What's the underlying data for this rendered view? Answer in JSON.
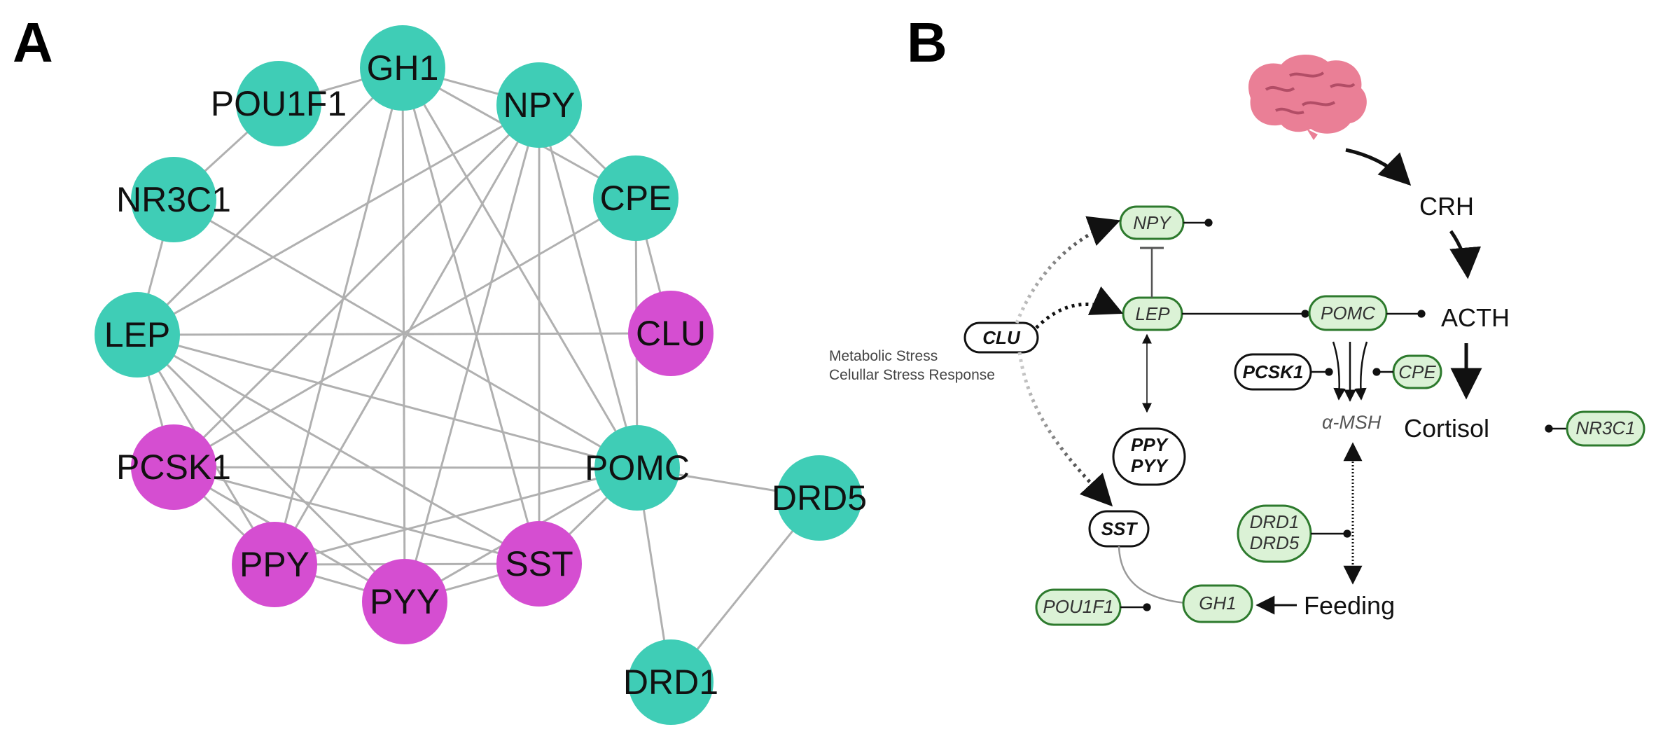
{
  "panel_a": {
    "letter": "A",
    "teal_color": "#3fcdb6",
    "magenta_color": "#d54ed1",
    "edge_color": "#b0b0b0",
    "nodes": [
      {
        "id": "GH1",
        "label": "GH1",
        "group": "teal"
      },
      {
        "id": "POU1F1",
        "label": "POU1F1",
        "group": "teal"
      },
      {
        "id": "NPY",
        "label": "NPY",
        "group": "teal"
      },
      {
        "id": "NR3C1",
        "label": "NR3C1",
        "group": "teal"
      },
      {
        "id": "CPE",
        "label": "CPE",
        "group": "teal"
      },
      {
        "id": "LEP",
        "label": "LEP",
        "group": "teal"
      },
      {
        "id": "CLU",
        "label": "CLU",
        "group": "magenta"
      },
      {
        "id": "PCSK1",
        "label": "PCSK1",
        "group": "magenta"
      },
      {
        "id": "POMC",
        "label": "POMC",
        "group": "teal"
      },
      {
        "id": "DRD5",
        "label": "DRD5",
        "group": "teal"
      },
      {
        "id": "PPY",
        "label": "PPY",
        "group": "magenta"
      },
      {
        "id": "SST",
        "label": "SST",
        "group": "magenta"
      },
      {
        "id": "PYY",
        "label": "PYY",
        "group": "magenta"
      },
      {
        "id": "DRD1",
        "label": "DRD1",
        "group": "teal"
      }
    ],
    "edges": [
      [
        "POU1F1",
        "GH1"
      ],
      [
        "POU1F1",
        "NR3C1"
      ],
      [
        "NR3C1",
        "LEP"
      ],
      [
        "GH1",
        "NPY"
      ],
      [
        "GH1",
        "CPE"
      ],
      [
        "GH1",
        "LEP"
      ],
      [
        "GH1",
        "POMC"
      ],
      [
        "GH1",
        "PPY"
      ],
      [
        "GH1",
        "PYY"
      ],
      [
        "GH1",
        "SST"
      ],
      [
        "NPY",
        "CPE"
      ],
      [
        "NPY",
        "LEP"
      ],
      [
        "NPY",
        "POMC"
      ],
      [
        "NPY",
        "PCSK1"
      ],
      [
        "NPY",
        "PPY"
      ],
      [
        "NPY",
        "PYY"
      ],
      [
        "NPY",
        "SST"
      ],
      [
        "CPE",
        "POMC"
      ],
      [
        "CPE",
        "PCSK1"
      ],
      [
        "CPE",
        "CLU"
      ],
      [
        "NR3C1",
        "POMC"
      ],
      [
        "LEP",
        "CLU"
      ],
      [
        "LEP",
        "POMC"
      ],
      [
        "LEP",
        "PCSK1"
      ],
      [
        "LEP",
        "PPY"
      ],
      [
        "LEP",
        "PYY"
      ],
      [
        "LEP",
        "SST"
      ],
      [
        "PCSK1",
        "POMC"
      ],
      [
        "PCSK1",
        "PPY"
      ],
      [
        "PCSK1",
        "PYY"
      ],
      [
        "PCSK1",
        "SST"
      ],
      [
        "POMC",
        "PPY"
      ],
      [
        "POMC",
        "PYY"
      ],
      [
        "POMC",
        "SST"
      ],
      [
        "POMC",
        "DRD5"
      ],
      [
        "POMC",
        "DRD1"
      ],
      [
        "PPY",
        "PYY"
      ],
      [
        "PPY",
        "SST"
      ],
      [
        "PYY",
        "SST"
      ],
      [
        "DRD1",
        "DRD5"
      ]
    ]
  },
  "panel_b": {
    "letter": "B",
    "icons": {
      "brain": "brain-icon"
    },
    "brain_color": "#ea7f96",
    "green_fill": "#dbf2d6",
    "green_stroke": "#2d7a2d",
    "pills": [
      {
        "id": "NPY",
        "label": "NPY",
        "style": "green"
      },
      {
        "id": "LEP",
        "label": "LEP",
        "style": "green"
      },
      {
        "id": "POMC",
        "label": "POMC",
        "style": "green"
      },
      {
        "id": "CLU",
        "label": "CLU",
        "style": "black"
      },
      {
        "id": "PCSK1",
        "label": "PCSK1",
        "style": "black"
      },
      {
        "id": "CPE",
        "label": "CPE",
        "style": "green"
      },
      {
        "id": "NR3C1",
        "label": "NR3C1",
        "style": "green"
      },
      {
        "id": "SST",
        "label": "SST",
        "style": "black"
      },
      {
        "id": "POU1F1",
        "label": "POU1F1",
        "style": "green"
      },
      {
        "id": "GH1",
        "label": "GH1",
        "style": "green"
      }
    ],
    "ppy_pyy": [
      "PPY",
      "PYY"
    ],
    "drd_pair": [
      "DRD1",
      "DRD5"
    ],
    "labels": {
      "crh": "CRH",
      "acth": "ACTH",
      "cortisol": "Cortisol",
      "feeding": "Feeding",
      "msh": "α-MSH"
    },
    "clu_notes": [
      "Metabolic Stress",
      "Celullar Stress Response"
    ]
  }
}
